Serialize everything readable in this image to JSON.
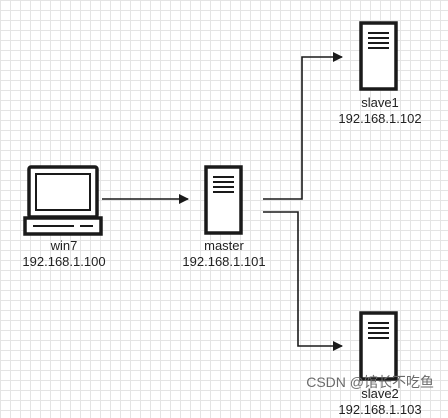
{
  "nodes": {
    "client": {
      "name": "win7",
      "ip": "192.168.1.100",
      "icon": "laptop-icon"
    },
    "master": {
      "name": "master",
      "ip": "192.168.1.101",
      "icon": "server-icon"
    },
    "slave1": {
      "name": "slave1",
      "ip": "192.168.1.102",
      "icon": "server-icon"
    },
    "slave2": {
      "name": "slave2",
      "ip": "192.168.1.103",
      "icon": "server-icon"
    }
  },
  "edges": [
    {
      "from": "win7",
      "to": "master"
    },
    {
      "from": "master",
      "to": "slave1"
    },
    {
      "from": "master",
      "to": "slave2"
    }
  ],
  "watermark": "CSDN @馆长不吃鱼",
  "colors": {
    "stroke": "#1a1a1a",
    "grid": "#e4e4e4",
    "background": "#ffffff"
  }
}
